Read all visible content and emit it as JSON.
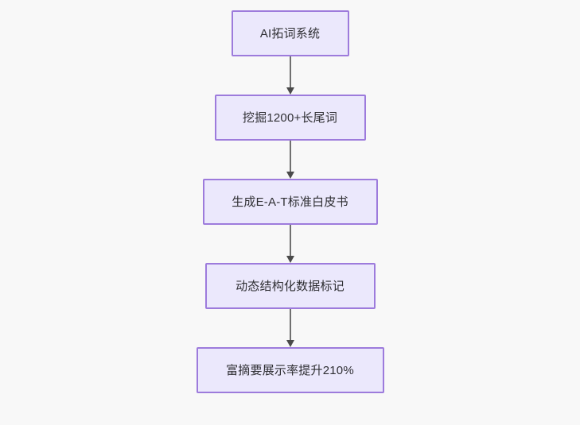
{
  "diagram": {
    "type": "flowchart",
    "direction": "top-to-bottom",
    "background_color": "#f8f8f8",
    "node_fill_color": "#ebe8fc",
    "node_border_color": "#9d7bdc",
    "node_text_color": "#2f2f33",
    "connector_color": "#707070",
    "nodes": [
      {
        "id": "node-1",
        "label": "AI拓词系统"
      },
      {
        "id": "node-2",
        "label": "挖掘1200+长尾词"
      },
      {
        "id": "node-3",
        "label": "生成E-A-T标准白皮书"
      },
      {
        "id": "node-4",
        "label": "动态结构化数据标记"
      },
      {
        "id": "node-5",
        "label": "富摘要展示率提升210%"
      }
    ],
    "connectors": [
      {
        "id": "connector-1",
        "from": "node-1",
        "to": "node-2",
        "arrow": "arrow-down-icon"
      },
      {
        "id": "connector-2",
        "from": "node-2",
        "to": "node-3",
        "arrow": "arrow-down-icon"
      },
      {
        "id": "connector-3",
        "from": "node-3",
        "to": "node-4",
        "arrow": "arrow-down-icon"
      },
      {
        "id": "connector-4",
        "from": "node-4",
        "to": "node-5",
        "arrow": "arrow-down-icon"
      }
    ]
  }
}
